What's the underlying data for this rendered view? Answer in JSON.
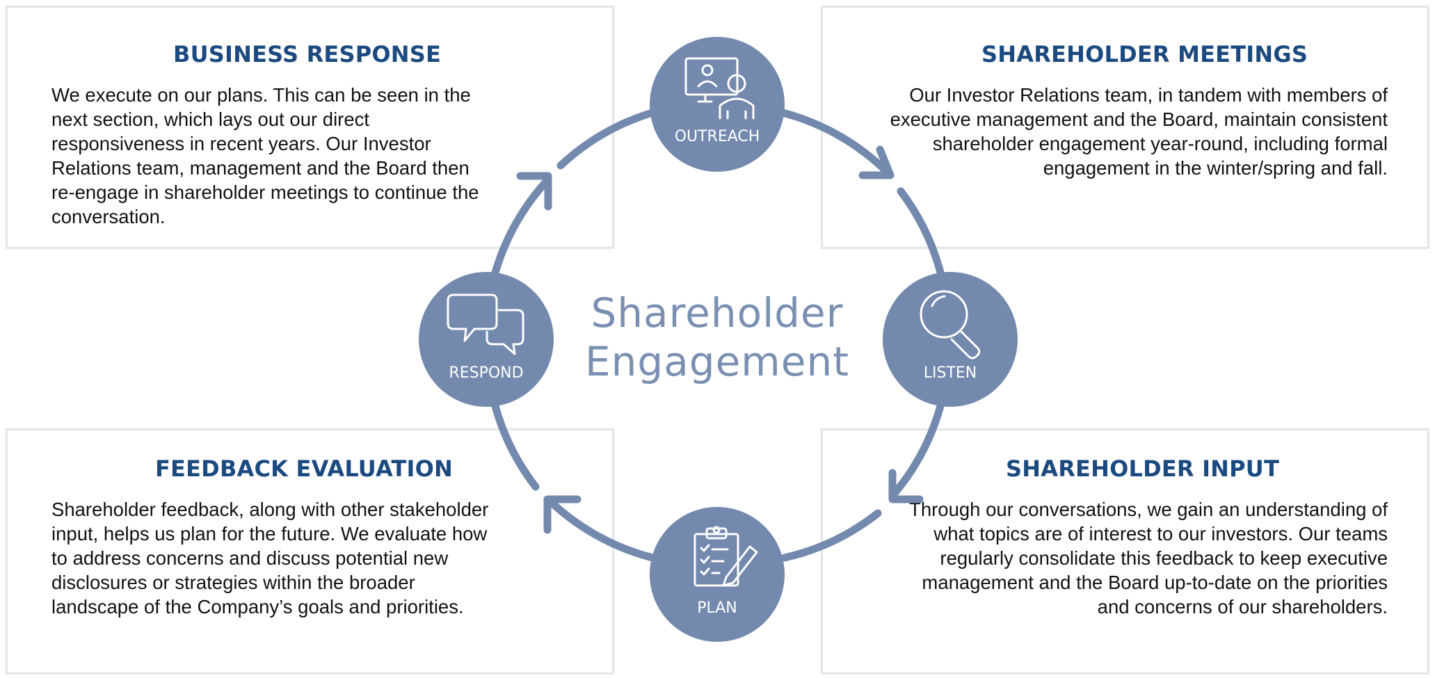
{
  "center_title": {
    "line1": "Shareholder",
    "line2": "Engagement"
  },
  "nodes": {
    "outreach": {
      "label": "OUTREACH",
      "icon": "video-call-icon"
    },
    "listen": {
      "label": "LISTEN",
      "icon": "magnifier-icon"
    },
    "plan": {
      "label": "PLAN",
      "icon": "checklist-icon"
    },
    "respond": {
      "label": "RESPOND",
      "icon": "speech-bubbles-icon"
    }
  },
  "boxes": {
    "business_response": {
      "title": "BUSINESS RESPONSE",
      "text": "We execute on our plans. This can be seen in the next section, which lays out our direct responsiveness in recent years. Our Investor Relations team, management and the Board then re-engage in shareholder meetings to continue the conversation."
    },
    "shareholder_meetings": {
      "title": "SHAREHOLDER MEETINGS",
      "text": "Our Investor Relations team, in tandem with members of executive management and the Board, maintain consistent shareholder engagement year-round, including formal engagement in the winter/spring and fall."
    },
    "feedback_evaluation": {
      "title": "FEEDBACK EVALUATION",
      "text": "Shareholder feedback, along with other stakeholder input, helps us plan for the future. We evaluate how to address concerns and discuss potential new disclosures or strategies within the broader landscape of the Company’s goals and priorities."
    },
    "shareholder_input": {
      "title": "SHAREHOLDER INPUT",
      "text": "Through our conversations, we gain an understanding of what topics are of interest to our investors. Our teams regularly consolidate this feedback to keep executive management and the Board up-to-date on the priorities and concerns of our shareholders."
    }
  },
  "colors": {
    "accent_node": "#7389ad",
    "title_blue": "#1b4a80",
    "center_text": "#7a8fb1",
    "box_border": "#e3e5e8"
  }
}
